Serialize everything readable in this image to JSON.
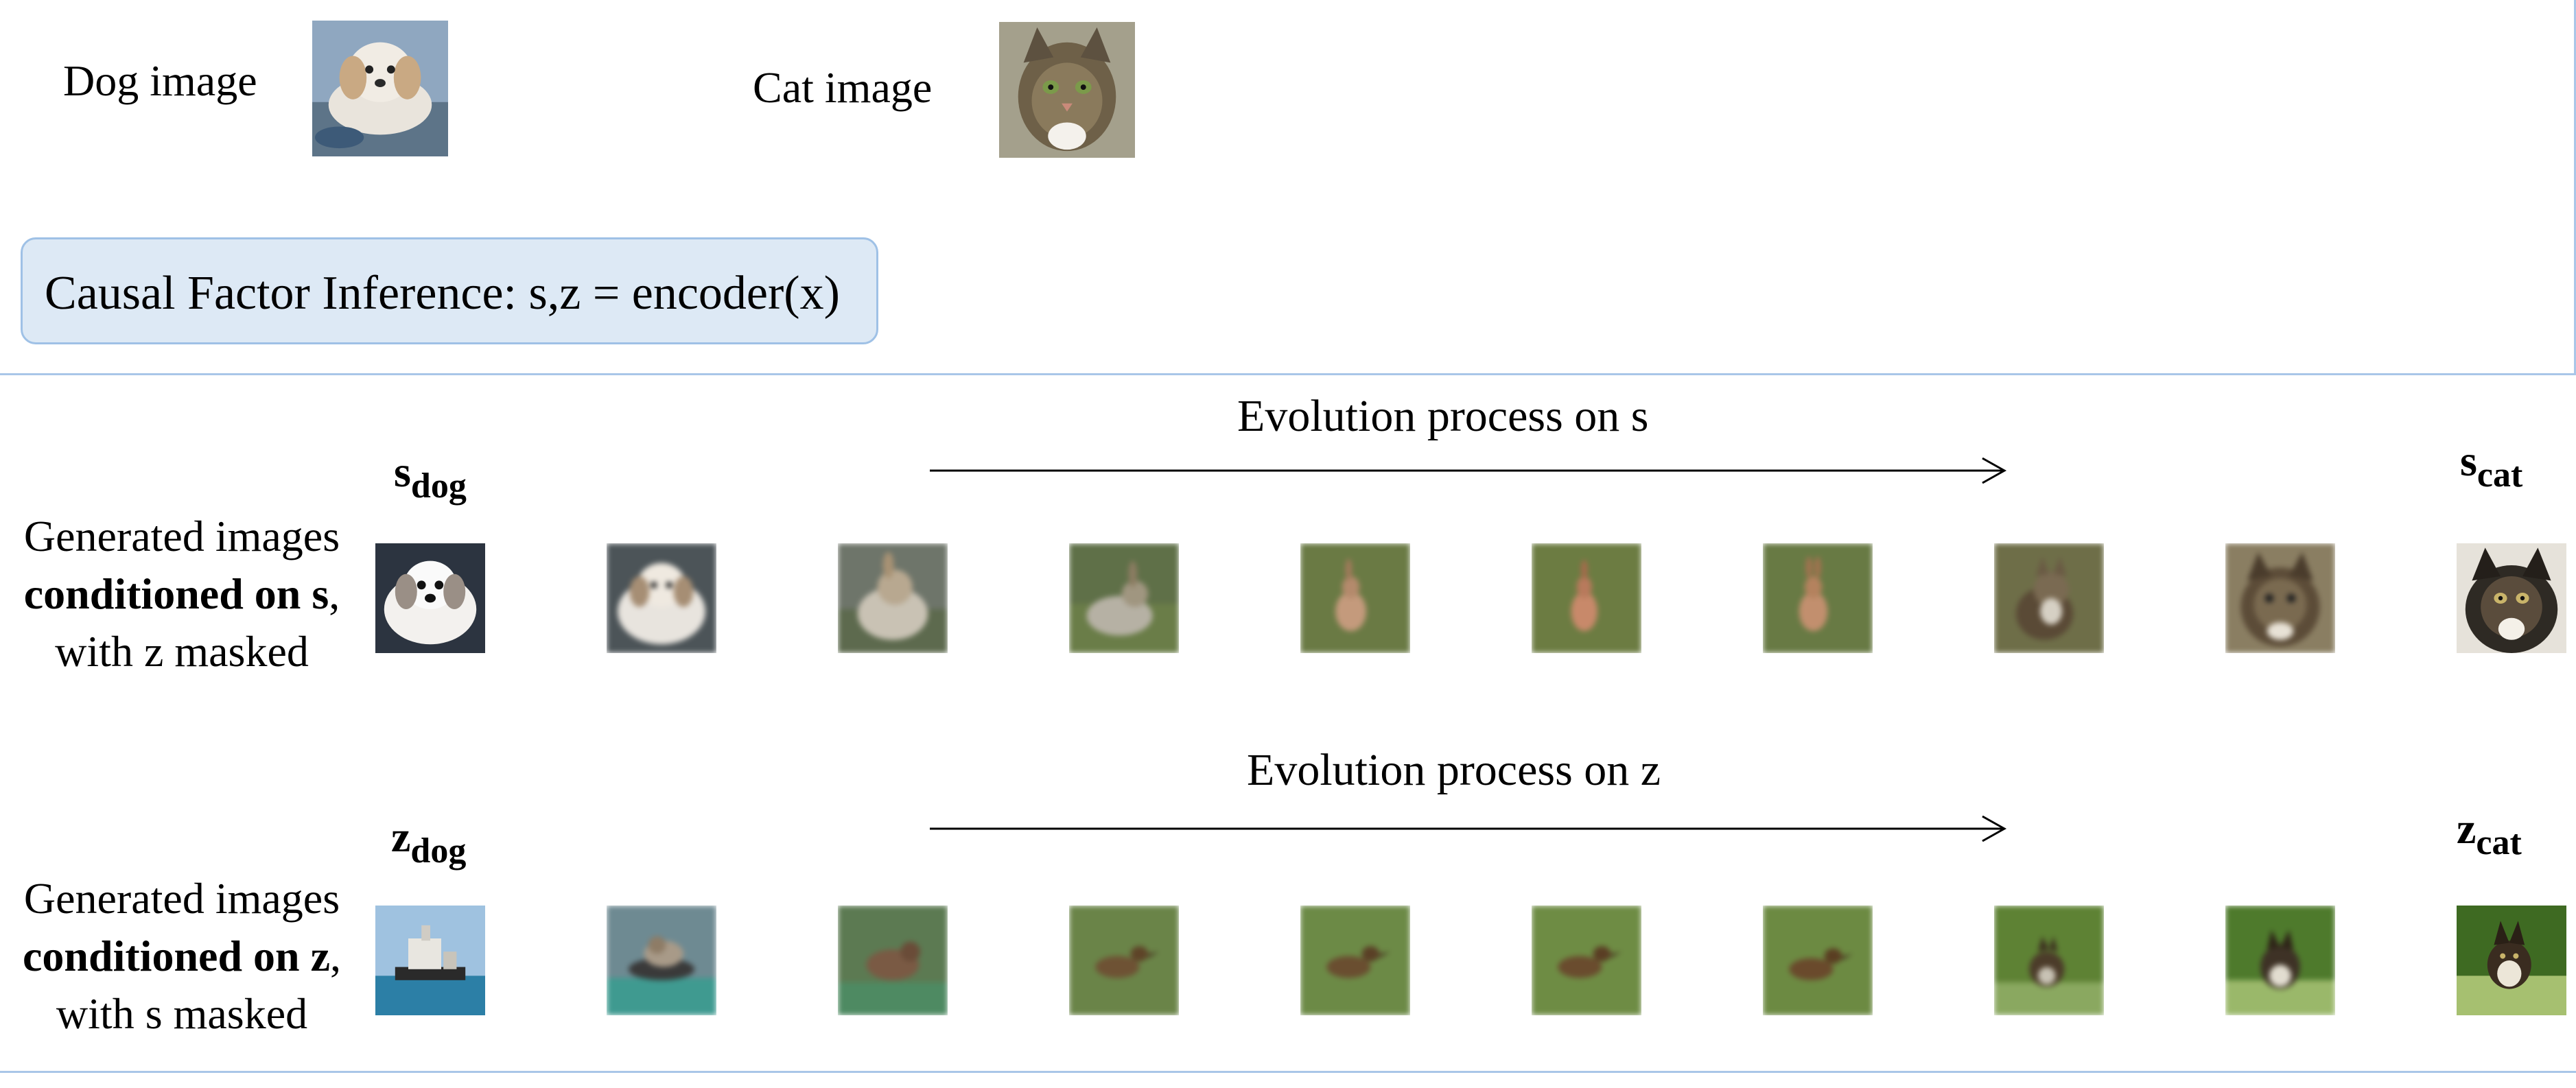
{
  "inputs": {
    "dog_label": "Dog image",
    "cat_label": "Cat image"
  },
  "inference": {
    "label": "Causal Factor Inference: s,z = encoder(x)"
  },
  "row_s": {
    "evolution_title": "Evolution process on s",
    "start_symbol": "s",
    "start_sub": "dog",
    "end_symbol": "s",
    "end_sub": "cat",
    "label_line1": "Generated images",
    "label_line2_bold": "conditioned on s",
    "label_line2_rest": ",",
    "label_line3": "with z masked",
    "step_count": 10
  },
  "row_z": {
    "evolution_title": "Evolution process on z",
    "start_symbol": "z",
    "start_sub": "dog",
    "end_symbol": "z",
    "end_sub": "cat",
    "label_line1": "Generated images",
    "label_line2_bold": "conditioned on z",
    "label_line2_rest": ",",
    "label_line3": "with s masked",
    "step_count": 10
  },
  "colors": {
    "box_fill": "#dde9f5",
    "box_border": "#9fc1e6",
    "separator": "#a9c6e8"
  }
}
